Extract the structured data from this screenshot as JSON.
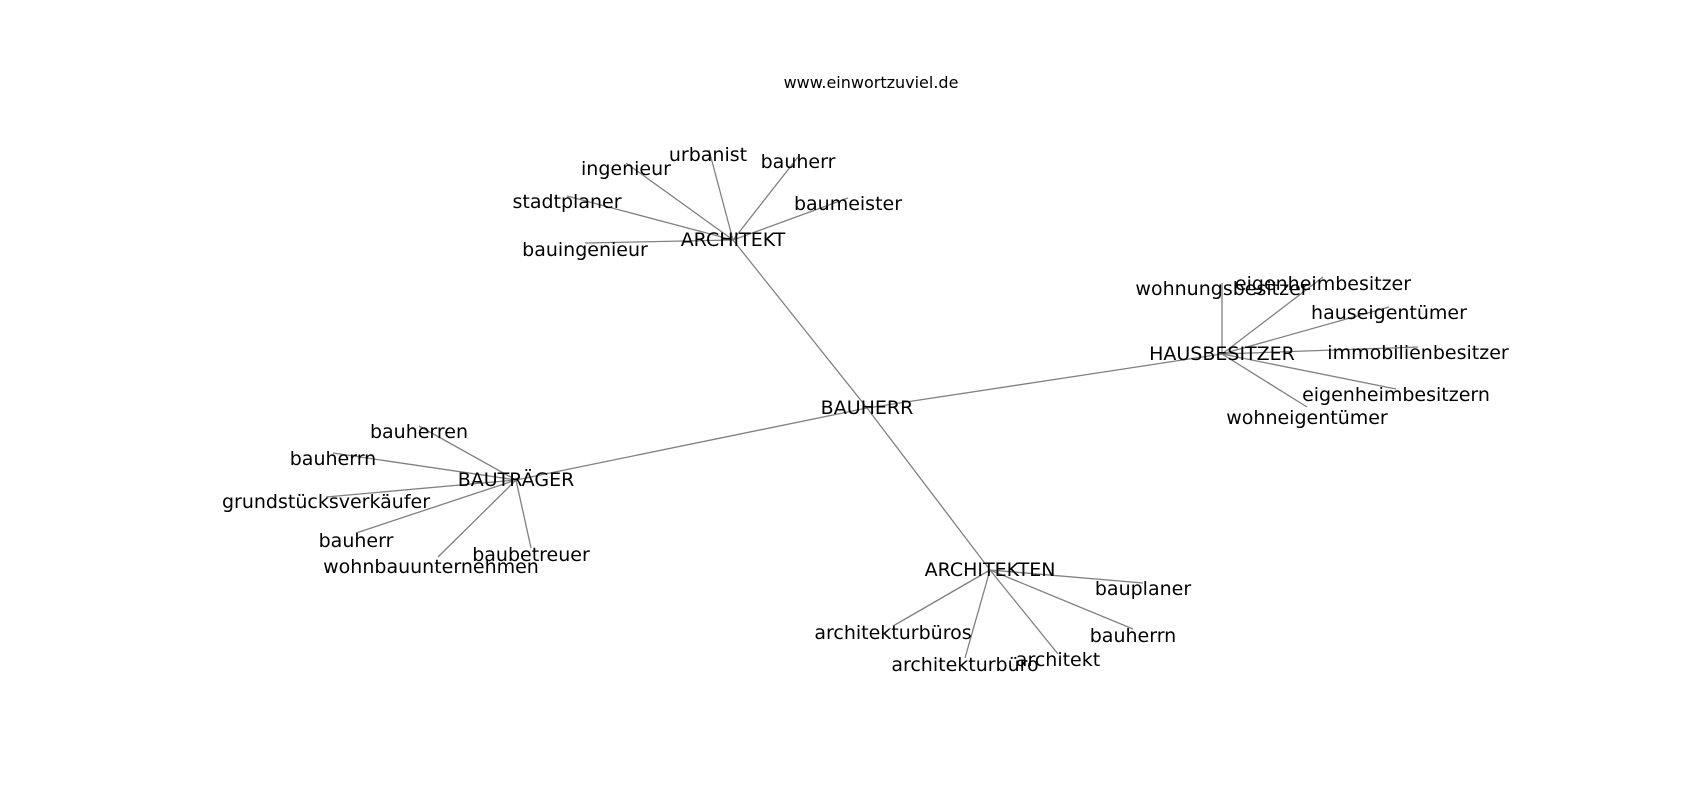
{
  "title": "www.einwortzuviel.de",
  "colors": {
    "edge": "#808080",
    "text": "#000000",
    "background": "#ffffff"
  },
  "graph": {
    "root": "BAUHERR",
    "hubs": [
      {
        "id": "architekt",
        "label": "ARCHITEKT",
        "leaves": [
          "ingenieur",
          "urbanist",
          "bauherr",
          "stadtplaner",
          "baumeister",
          "bauingenieur"
        ]
      },
      {
        "id": "hausbesitzer",
        "label": "HAUSBESITZER",
        "leaves": [
          "wohnungsbesitzer",
          "eigenheimbesitzer",
          "hauseigentümer",
          "immobilienbesitzer",
          "eigenheimbesitzern",
          "wohneigentümer"
        ]
      },
      {
        "id": "bautraeger",
        "label": "BAUTRÄGER",
        "leaves": [
          "bauherren",
          "bauherrn",
          "grundstücksverkäufer",
          "bauherr",
          "baubetreuer",
          "wohnbauunternehmen"
        ]
      },
      {
        "id": "architekten",
        "label": "ARCHITEKTEN",
        "leaves": [
          "bauplaner",
          "architekturbüros",
          "bauherrn",
          "architekturbüro",
          "architekt"
        ]
      }
    ]
  }
}
